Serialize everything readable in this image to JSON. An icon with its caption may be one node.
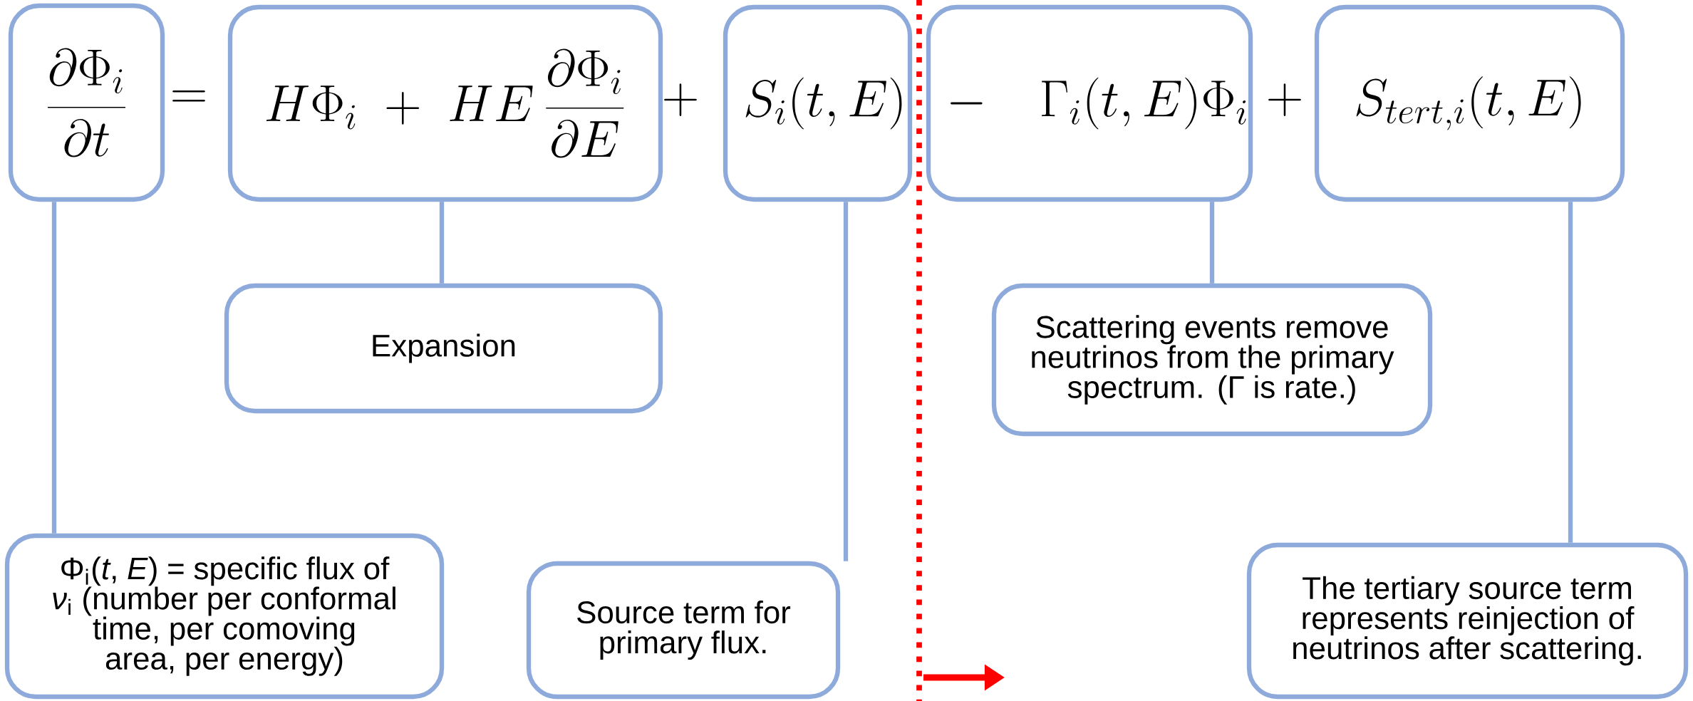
{
  "diagram": {
    "nodes": [
      {
        "text": [
          "\\frac{\\partial\\Phi_i}{\\partial t}"
        ]
      },
      {
        "text": [
          "H\\Phi_i \\;+\\; HE\\,\\frac{\\partial\\Phi_i}{\\partial E}"
        ]
      },
      {
        "text": [
          "S_i(t,E)"
        ]
      },
      {
        "text": [
          "-\\quad\\Gamma_i(t,E)\\Phi_i"
        ]
      },
      {
        "text": [
          "S_{tert,i}(t,E)"
        ]
      },
      {
        "text": [
          "Expansion"
        ]
      },
      {
        "text": [
          "Scattering events remove neutrinos from the primary spectrum. (Γ is rate.)"
        ]
      },
      {
        "text": [
          "Φ$_{i}$(*t*, *E*) = specific flux of *ν*$_{i}$ (number per conformal time, per comoving area, per energy)"
        ]
      },
      {
        "text": [
          "Source term for primary flux."
        ]
      },
      {
        "text": [
          "The tertiary source term represents reinjection of neutrinos after scattering."
        ]
      }
    ],
    "edges": [
      {
        "from": 0,
        "to": 7,
        "arrow": "none"
      },
      {
        "from": 1,
        "to": 5,
        "arrow": "none"
      },
      {
        "from": 2,
        "to": 8,
        "arrow": "none"
      },
      {
        "from": 3,
        "to": 6,
        "arrow": "none"
      },
      {
        "from": 4,
        "to": 9,
        "arrow": "none"
      }
    ],
    "labels": [
      "=",
      "+",
      "+"
    ]
  }
}
